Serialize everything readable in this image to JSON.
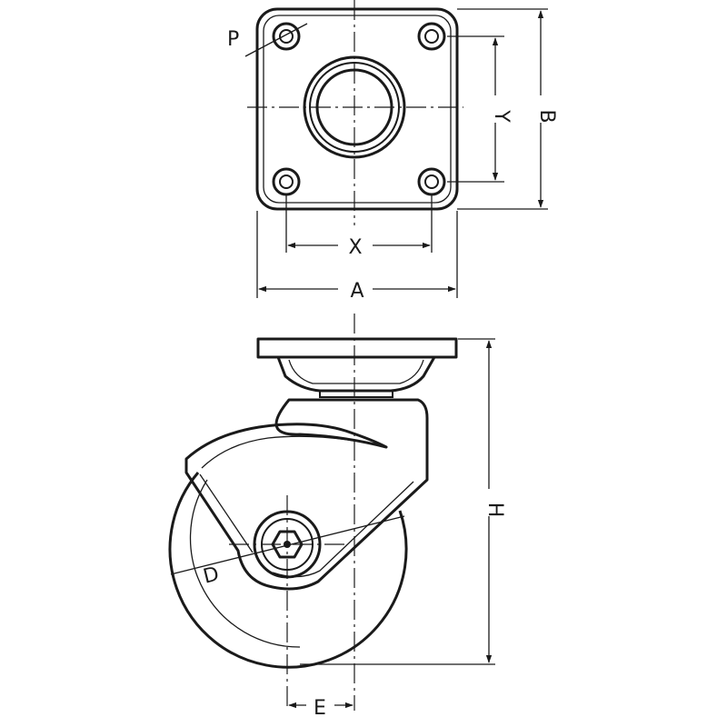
{
  "labels": {
    "a": "A",
    "b": "B",
    "x": "X",
    "y": "Y",
    "p": "P",
    "h": "H",
    "d": "D",
    "e": "E"
  },
  "colors": {
    "line": "#1a1a1a",
    "background": "#ffffff"
  }
}
